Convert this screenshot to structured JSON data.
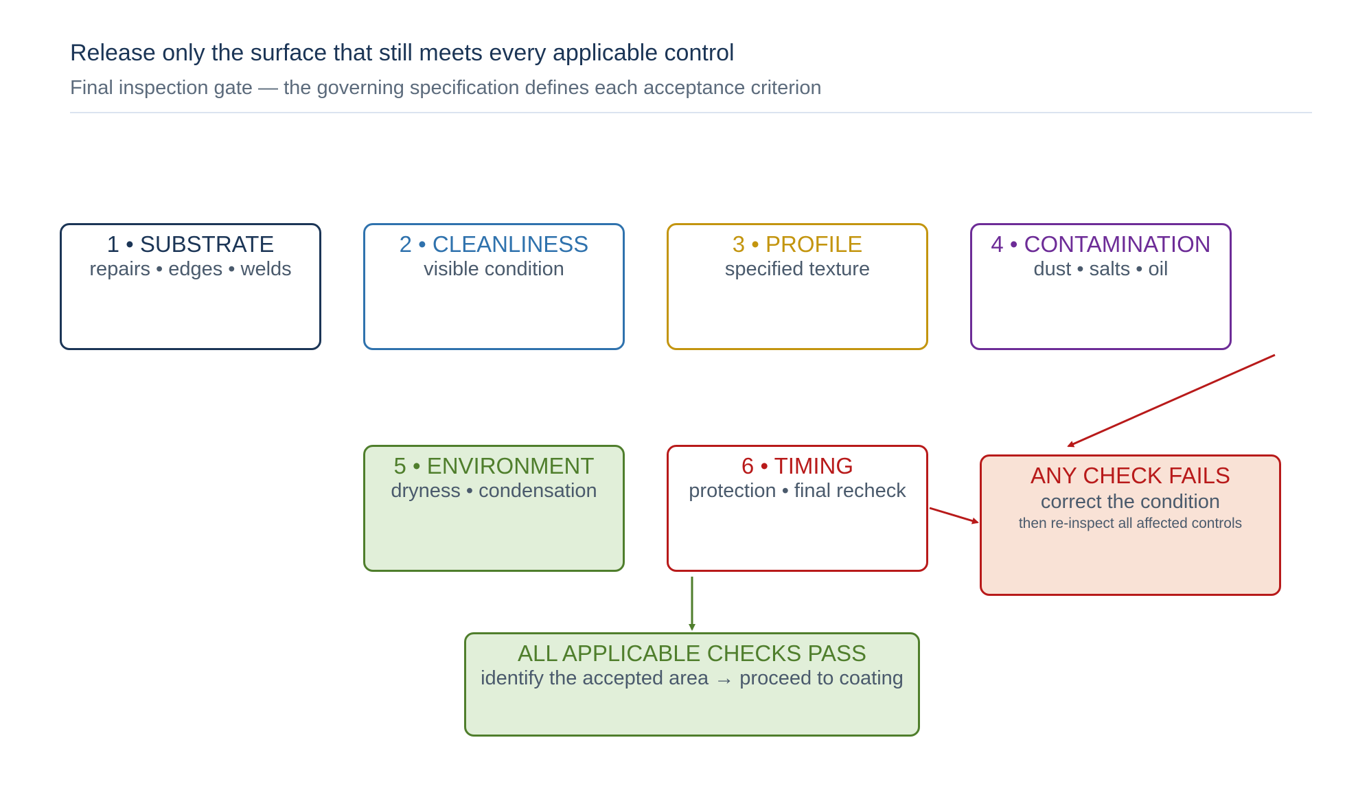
{
  "header": {
    "title": "Release only the surface that still meets every applicable control",
    "subtitle": "Final inspection gate — the governing specification defines each acceptance criterion"
  },
  "checks": [
    {
      "title": "1 • SUBSTRATE",
      "detail": "repairs • edges • welds",
      "color": "#1b3556"
    },
    {
      "title": "2 • CLEANLINESS",
      "detail": "visible condition",
      "color": "#2f72ad"
    },
    {
      "title": "3 • PROFILE",
      "detail": "specified texture",
      "color": "#c3950f"
    },
    {
      "title": "4 • CONTAMINATION",
      "detail": "dust • salts • oil",
      "color": "#6d2c97"
    },
    {
      "title": "5 • ENVIRONMENT",
      "detail": "dryness • condensation",
      "color": "#4f7e2c"
    },
    {
      "title": "6 • TIMING",
      "detail": "protection • final recheck",
      "color": "#b81a1a"
    }
  ],
  "fail": {
    "title": "ANY CHECK FAILS",
    "line1": "correct the condition",
    "line2": "then re-inspect all affected controls",
    "color": "#b81a1a"
  },
  "pass": {
    "title": "ALL APPLICABLE CHECKS PASS",
    "line1": "identify the accepted area → proceed to coating",
    "color": "#4f7e2c"
  }
}
